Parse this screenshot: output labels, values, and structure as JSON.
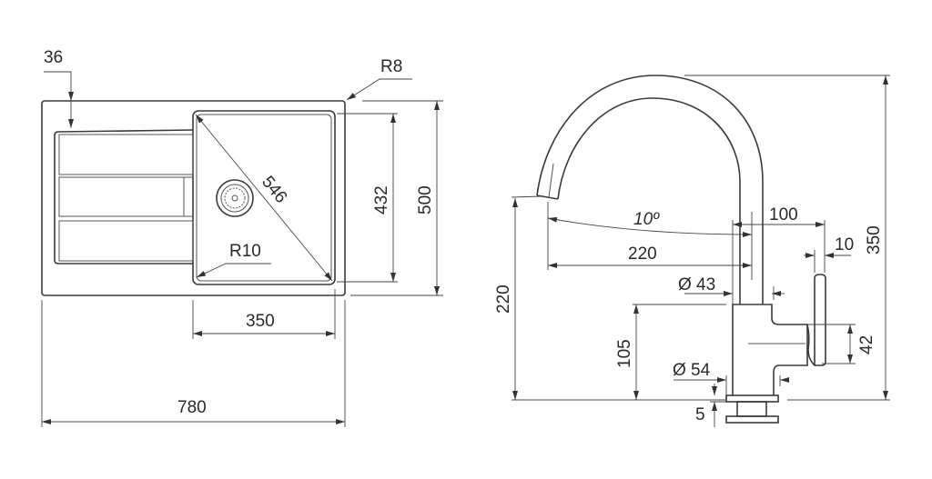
{
  "sink": {
    "dims": {
      "rim_offset": "36",
      "corner_radius_outer": "R8",
      "diagonal": "546",
      "bowl_depth": "432",
      "total_depth": "500",
      "bowl_corner_radius": "R10",
      "bowl_width": "350",
      "total_width": "780"
    }
  },
  "faucet": {
    "dims": {
      "height_total": "350",
      "spout_height": "220",
      "angle": "10º",
      "reach": "220",
      "offset": "100",
      "lever_thickness": "10",
      "spout_diameter": "Ø 43",
      "body_height": "105",
      "base_diameter": "Ø 54",
      "base_thickness": "5",
      "lever_height": "42"
    }
  },
  "colors": {
    "line": "#3a3a3a",
    "background": "#ffffff"
  }
}
